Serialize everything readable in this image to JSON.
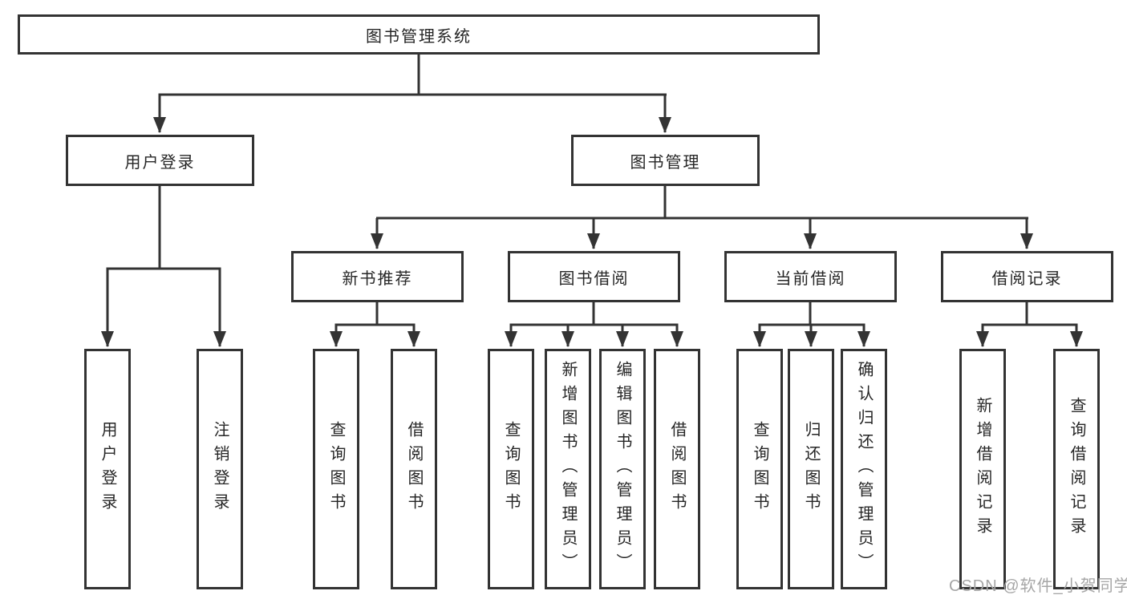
{
  "diagram": {
    "root": {
      "label": "图书管理系统"
    },
    "branches": [
      {
        "label": "用户登录",
        "children": [
          "用户登录",
          "注销登录"
        ]
      },
      {
        "label": "图书管理",
        "groups": [
          {
            "label": "新书推荐",
            "children": [
              "查询图书",
              "借阅图书"
            ]
          },
          {
            "label": "图书借阅",
            "children": [
              "查询图书",
              "新增图书（管理员）",
              "编辑图书（管理员）",
              "借阅图书"
            ]
          },
          {
            "label": "当前借阅",
            "children": [
              "查询图书",
              "归还图书",
              "确认归还（管理员）"
            ]
          },
          {
            "label": "借阅记录",
            "children": [
              "新增借阅记录",
              "查询借阅记录"
            ]
          }
        ]
      }
    ],
    "watermark": "CSDN @软件_小贺同学",
    "colors": {
      "line": "#333333",
      "box_fill": "#ffffff",
      "watermark": "#a6a6a6"
    }
  }
}
